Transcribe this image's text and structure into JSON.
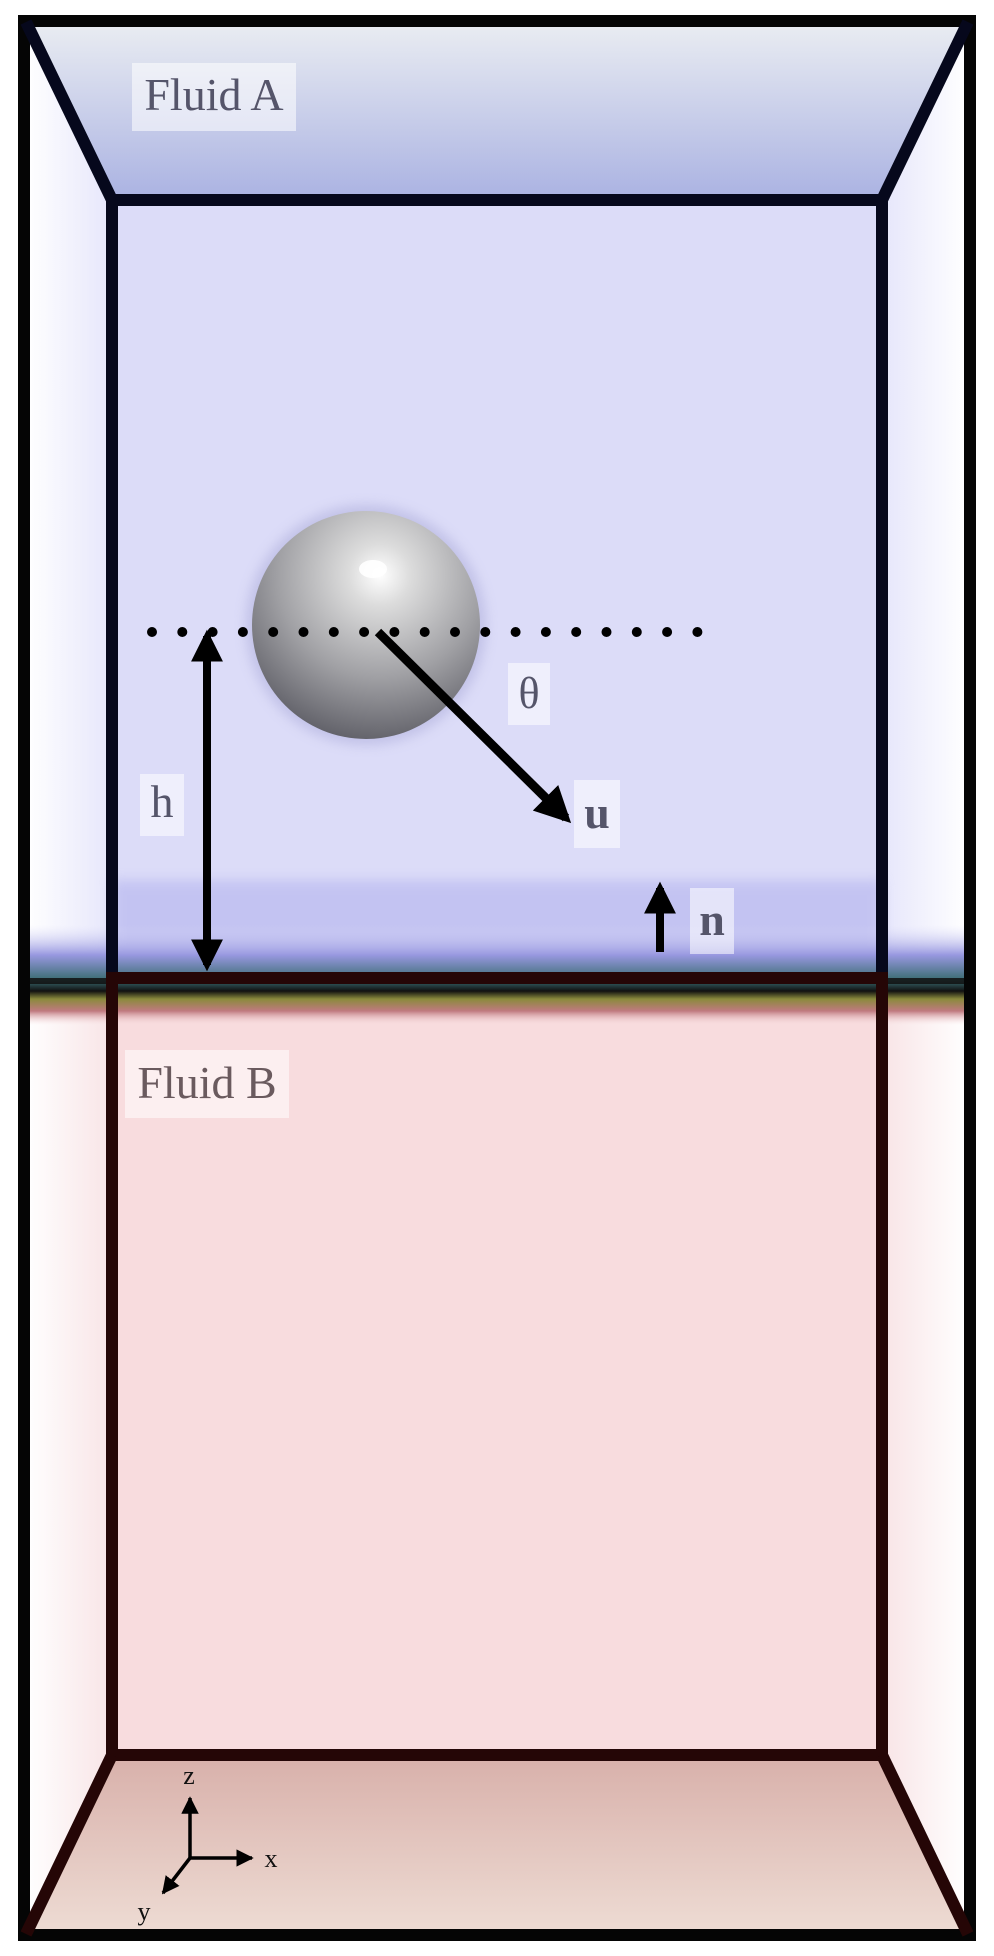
{
  "labels": {
    "fluid_a": "Fluid A",
    "fluid_b": "Fluid B",
    "height": "h",
    "angle": "θ",
    "velocity": "u",
    "normal": "n"
  },
  "axes": {
    "x": "x",
    "y": "y",
    "z": "z"
  },
  "colors": {
    "fluid_a": "#dcdcf8",
    "fluid_a_top": "#aab2e2",
    "fluid_b": "#f8dcde",
    "fluid_b_bottom": "#d8b0aa",
    "interface_teal": "#3a6d72",
    "interface_yellow": "#8a8a3c",
    "frame_top": "#06081c",
    "frame_bottom": "#250606"
  }
}
